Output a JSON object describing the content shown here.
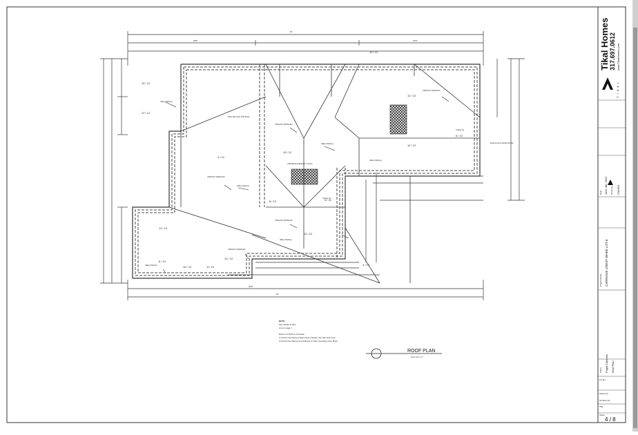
{
  "drawing": {
    "plan_labels": {
      "asphalt_shingles": "ASPHALT SHINGLES",
      "asphalt_sub": "(TYP)",
      "pitch_12_12": "12 / 12",
      "pitch_10_12": "10 / 12",
      "pitch_8_12": "8 / 12",
      "pitch_6_12": "6 / 12",
      "pitch_4_12": "4 / 12",
      "valley_flashing": "Valley Flashing",
      "cricket_up": "Cricket Up",
      "osb_blocking": "OSB Blocking Between Trusses",
      "ref_valley": "Refer Bay beam with Brace",
      "eyebrow": "Eyebrow Eve Asphalt shingle",
      "dim_top": "51'",
      "dim_left_top": "28'6\"",
      "dim_right_top": "16'6\"",
      "dim_bottom": "51'",
      "dim_bottom_left": "33'6\""
    },
    "note": {
      "title": "NOTE:",
      "lines": [
        "See details of Item",
        "List on page 7",
        "",
        "Bottom of Soffit at Top Plate",
        "1) Finish Overhang at Rear Porch Header Use with brick veer",
        "2) Finish Overhang Front Siding & 2' Fasc Overhang Over Brick"
      ]
    },
    "roof_plan_title": "ROOF PLAN",
    "roof_plan_scale": "Scale 1/8\"=1'-0\""
  },
  "title_block": {
    "company": "Tikal Homes",
    "phone": "317.697.0612",
    "company_sub": "www.TikalHomes.com",
    "logo_text": "T I K A L",
    "date_label": "Date",
    "date": "June 4th, 2022",
    "drawn_by_label": "Drawn by",
    "drawn_by": "CMVEN",
    "project_label": "Project Name:",
    "project": "CARRIAGE CREST WHEE LOT 8",
    "sheet_label": "Sheet",
    "sheet": "4 / 8",
    "lot_label": "Lot No.",
    "sheet_no_label": "Sheet No.",
    "number_label": "Number No.",
    "client_label": "Client",
    "client": "Frigid Cabinets",
    "title_label": "Title",
    "title": "Roof Plan"
  }
}
